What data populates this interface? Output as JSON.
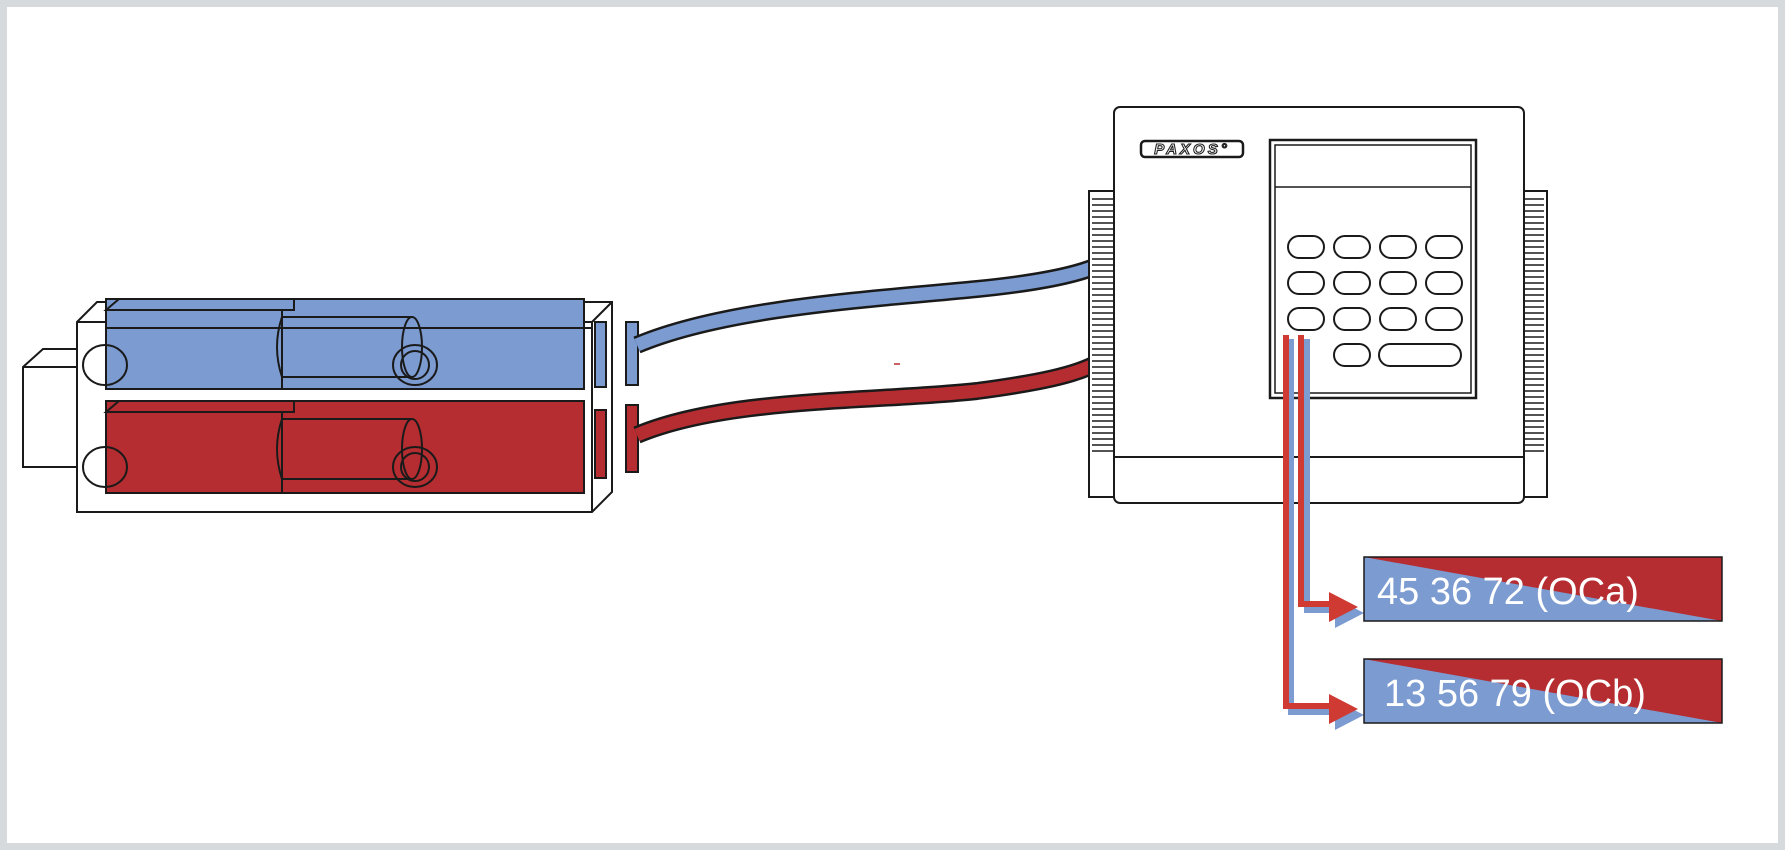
{
  "brand": "PAXOS°",
  "colors": {
    "blue": "#7b9bd1",
    "red": "#b52d31",
    "outline": "#1a1a1a",
    "frame": "#d7dadd"
  },
  "labels": [
    {
      "text": "45 36 72 (OCa)"
    },
    {
      "text": "13 56 79 (OCb)"
    }
  ]
}
